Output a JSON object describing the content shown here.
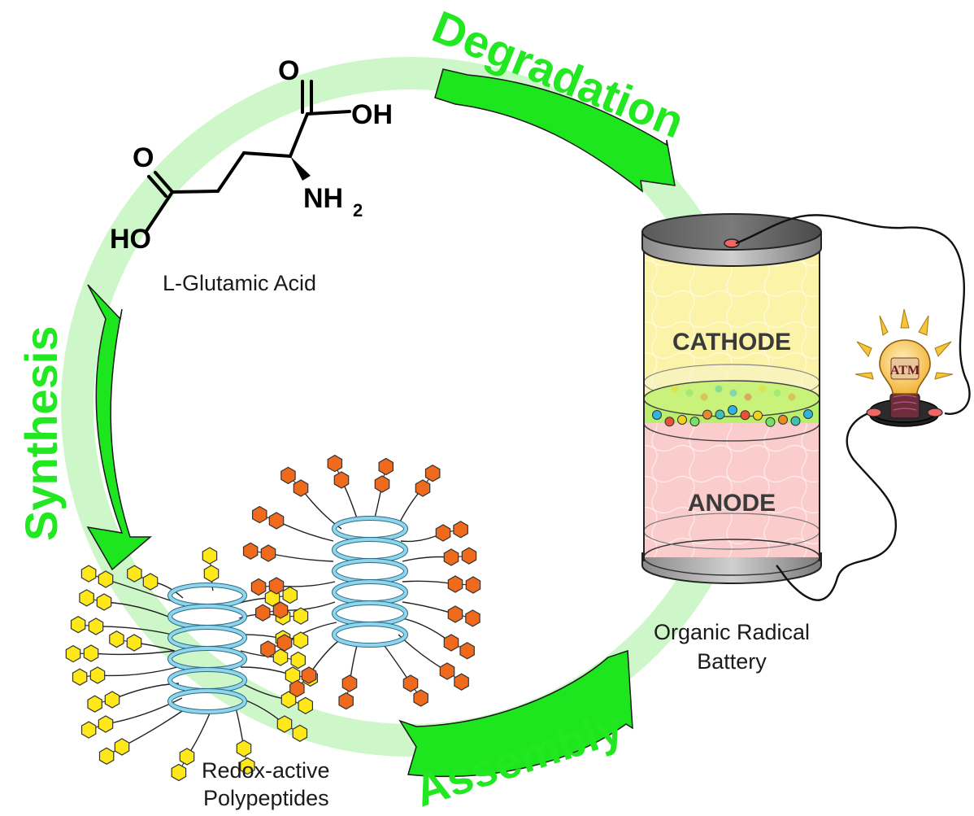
{
  "stages": {
    "degradation": "Degradation",
    "synthesis": "Synthesis",
    "assembly": "Assembly"
  },
  "molecule": {
    "name": "L-Glutamic Acid",
    "atoms": {
      "o_top": "O",
      "oh_right": "OH",
      "o_left": "O",
      "ho_left": "HO",
      "nh": "NH",
      "nh_sub": "2"
    }
  },
  "polymer": {
    "caption_line1": "Redox-active",
    "caption_line2": "Polypeptides"
  },
  "battery": {
    "cathode_label": "CATHODE",
    "anode_label": "ANODE",
    "caption_line1": "Organic Radical",
    "caption_line2": "Battery"
  },
  "bulb": {
    "logo_text": "ATM"
  },
  "colors": {
    "arrow_green": "#1ee61e",
    "ring_green": "#cdf7c8",
    "stage_text": "#22e822",
    "cathode": "#fbf3a8",
    "anode": "#fbcccc",
    "helix": "#8fd6ec",
    "hex_yellow": "#ffe81a",
    "hex_orange": "#ef6a1c"
  }
}
